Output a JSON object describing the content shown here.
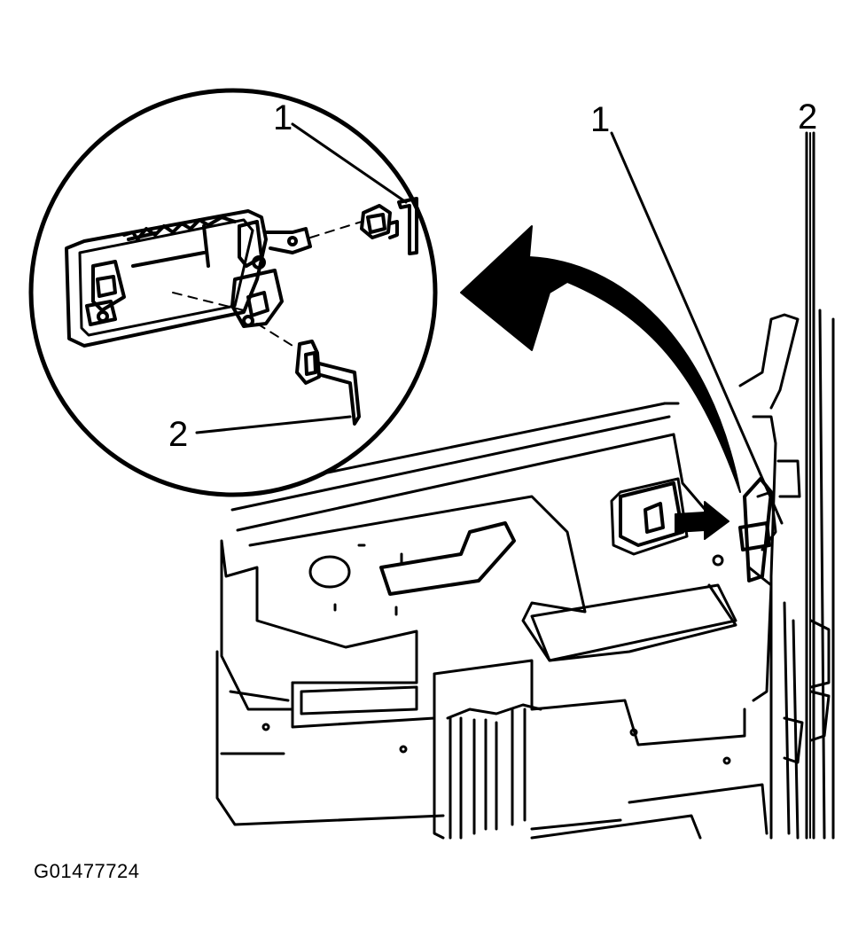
{
  "callouts": {
    "inset_1": "1",
    "inset_2": "2",
    "main_1": "1",
    "main_2": "2"
  },
  "figure_id": "G01477724",
  "colors": {
    "ink": "#000000",
    "paper": "#ffffff"
  },
  "icons": {
    "direction_arrow": "curved-arrow-icon",
    "push_arrow": "right-arrow-icon"
  }
}
